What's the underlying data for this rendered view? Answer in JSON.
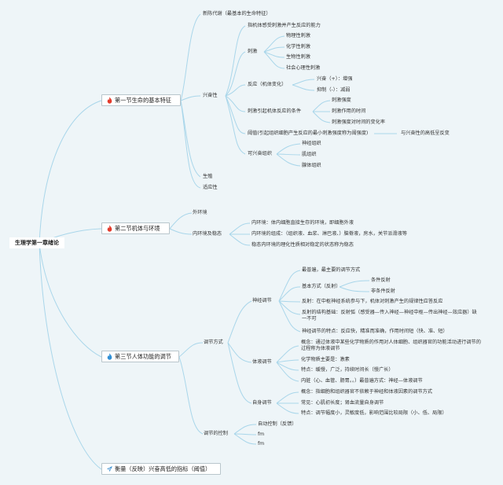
{
  "root": {
    "label": "生理学第一章绪论"
  },
  "colors": {
    "background": "#eef5f8",
    "connector": "#a9d6ea",
    "fire_red": "#e33a2b",
    "fire_blue": "#2f8fd6",
    "plane_blue": "#3a8fd0"
  },
  "sections": [
    {
      "label": "第一节生命的基本特征",
      "icon": "fire-icon-red",
      "children": {
        "metabolism": "新陈代谢（最基本的生命特征）",
        "excitability": {
          "label": "兴奋性",
          "definition": "指机体感受刺激并产生反应的能力",
          "stimulus": {
            "label": "刺激",
            "items": [
              "物理性刺激",
              "化学性刺激",
              "生物性刺激",
              "社会心理性刺激"
            ]
          },
          "response": {
            "label": "反应（机体变化）",
            "items": [
              "兴奋（+）：增强",
              "抑制（-）：减弱"
            ]
          },
          "conditions": {
            "label": "刺激引起机体反应的条件",
            "items": [
              "刺激强度",
              "刺激作用的时间",
              "刺激强度对时间的变化率"
            ]
          },
          "threshold": {
            "label": "阈值(引起组织细胞产生反应的最小刺激强度称为阈强度)",
            "note": "与兴奋性的高低呈反变"
          },
          "excitable_tissue": {
            "label": "可兴奋组织",
            "items": [
              "神经组织",
              "肌组织",
              "腺体组织"
            ]
          }
        },
        "reproduction": "生殖",
        "adaptability": "适应性"
      }
    },
    {
      "label": "第二节机体与环境",
      "icon": "fire-icon-red",
      "children": {
        "external": "外环境",
        "internal": {
          "label": "内环境及稳态",
          "items": [
            "内环境：体内细胞直接生存的环境，即细胞外液",
            "内环境的组成：（组织液、血浆、淋巴液、）脑脊液，房水，关节派滑液等",
            "稳态内环境的理化性质相对稳定的状态称为稳态"
          ]
        }
      }
    },
    {
      "label": "第三节人体功能的调节",
      "icon": "fire-icon-blue",
      "children": {
        "modes": {
          "label": "调节方式",
          "neural": {
            "label": "神经调节",
            "item1": "最普遍，最主要的调节方式",
            "basic": {
              "label": "基本方式（反射）",
              "items": [
                "条件反射",
                "非条件反射"
              ]
            },
            "item3": "反射：在中枢神经系统参与下，机体对刺激产生的规律性应答反应",
            "item4": "反射的结构基础：反射弧（感受器—传入神经—神经中枢—传出神经—效应器）缺一不可",
            "item5": "神经调节的特点：反应快，精准而准确，作用时间短（快、准、短）"
          },
          "humoral": {
            "label": "体液调节",
            "items": [
              "概念：通过体液中某些化学物质的作用对人体细胞、组织器官的功能活动进行调节的过程称为体液调节",
              "化学物质主要是：激素",
              "特点：缓慢，广泛，持续时间长（慢广长）",
              "内脏（心、血管、肠胃。。）最普遍方式：神经—体液调节"
            ]
          },
          "auto": {
            "label": "自身调节",
            "items": [
              "概念：指细胞和组织器官不依赖于神经和体液因素的调节方式",
              "常见：心肌初长度；肾血流量自身调节",
              "特点：调节幅度小，灵敏度低，影响范围比较局限（小、低、局限）"
            ]
          }
        },
        "control": {
          "label": "调节的控制",
          "items": [
            "自动控制（反馈）",
            "fm",
            "fm"
          ]
        }
      }
    },
    {
      "label": "衡量（反映）兴奋高低的指标（阈值）",
      "icon": "paper-plane-icon"
    }
  ]
}
